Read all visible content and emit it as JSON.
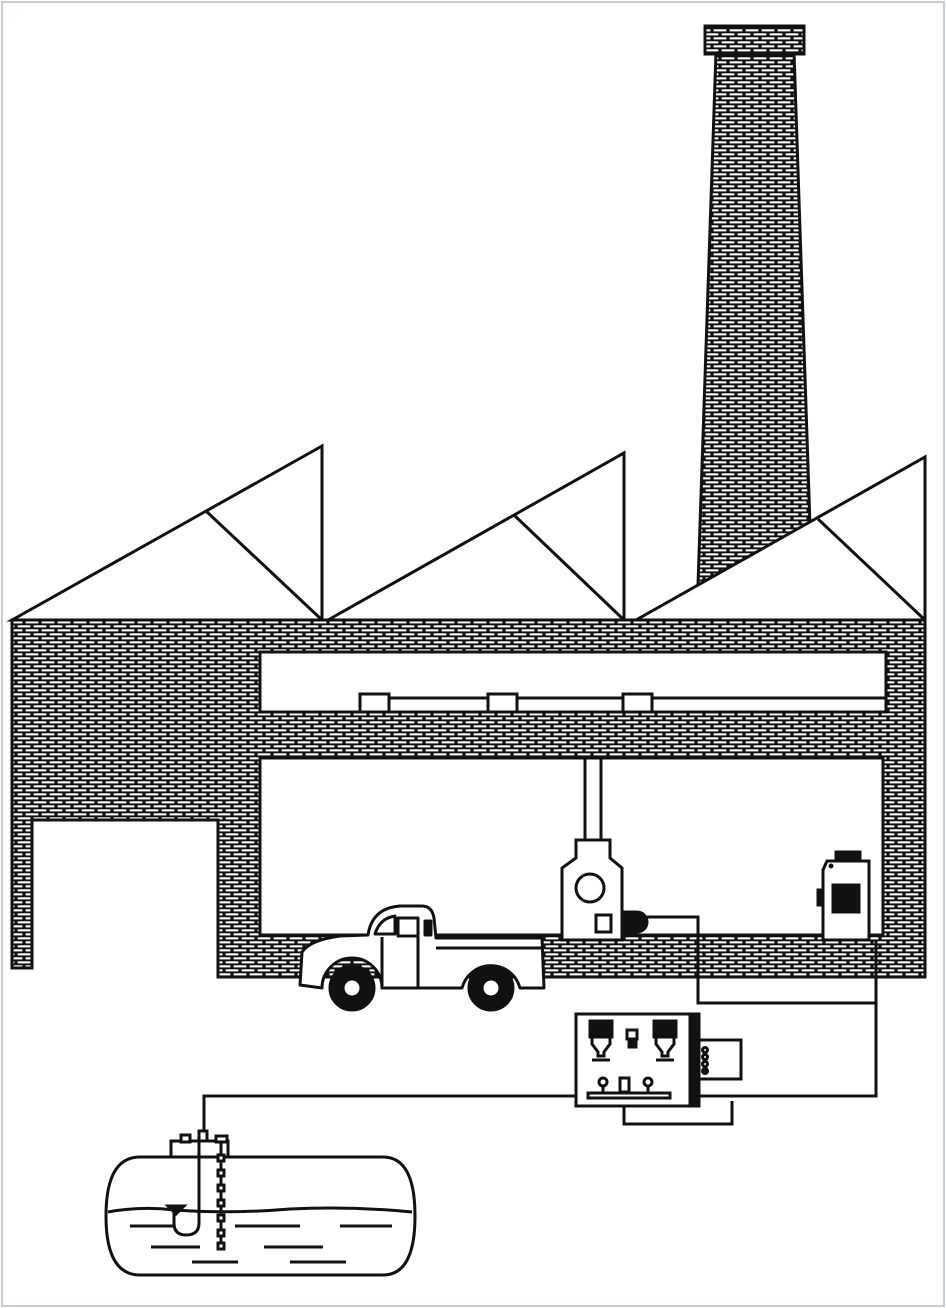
{
  "colors": {
    "frame": "#c4cbe0",
    "ink": "#111111",
    "brick": "#ffffff",
    "background": "#ffffff"
  },
  "scene": {
    "chimney": "brick-chimney",
    "roof": "sawtooth-roof-with-three-trusses",
    "building": "brick-factory-building",
    "vehicle": "pickup-truck",
    "equipment": [
      "fuel-dispenser",
      "generator-unit",
      "control-cabinet"
    ],
    "tank": "underground-storage-tank"
  }
}
